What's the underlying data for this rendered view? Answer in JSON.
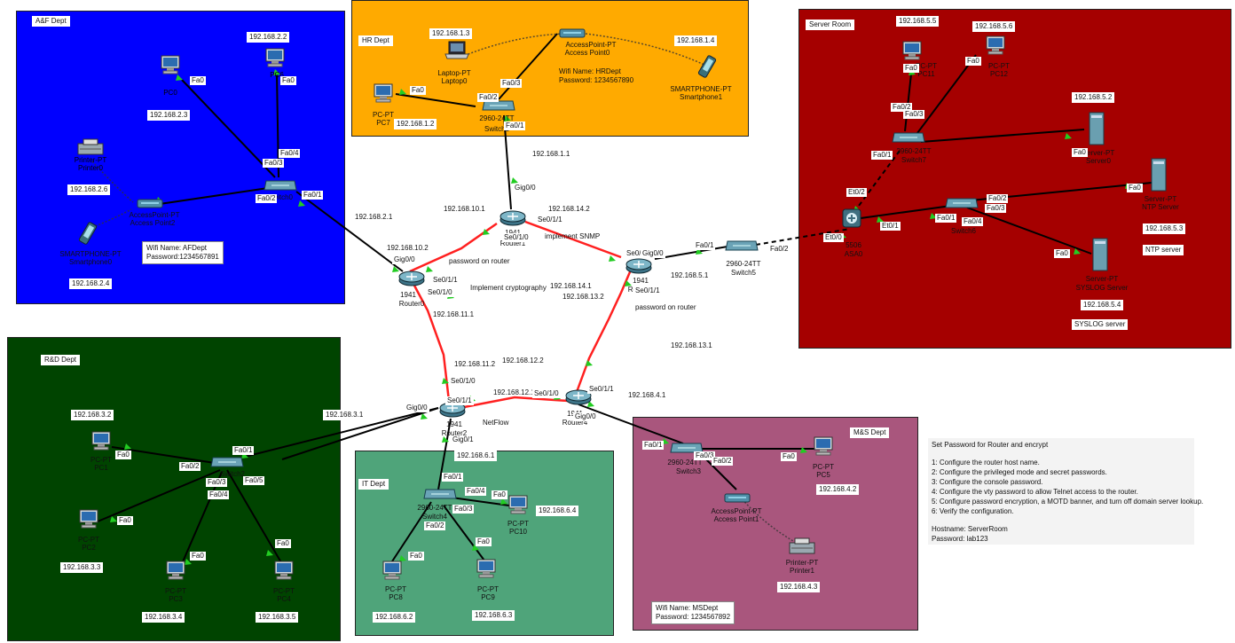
{
  "zones": {
    "af": {
      "title": "A&F Dept",
      "color": "#0000ff"
    },
    "hr": {
      "title": "HR Dept",
      "color": "#ffaa00"
    },
    "server": {
      "title": "Server Room",
      "color": "#a50000"
    },
    "rd": {
      "title": "R&D Dept",
      "color": "#004400"
    },
    "it": {
      "title": "IT Dept",
      "color": "#4fa47a"
    },
    "ms": {
      "title": "M&S Dept",
      "color": "#a9567d"
    }
  },
  "devices": {
    "pc0": {
      "type": "PC",
      "name": "PC0"
    },
    "pc6": {
      "type": "PC",
      "name": "PC6"
    },
    "printer0": {
      "type": "Printer-PT",
      "name": "Printer0"
    },
    "ap2": {
      "type": "AccessPoint-PT",
      "name": "Access Point2"
    },
    "phone0": {
      "type": "SMARTPHONE-PT",
      "name": "Smartphone0"
    },
    "switch0": {
      "type": "",
      "name": "Switch0"
    },
    "laptop0": {
      "type": "Laptop-PT",
      "name": "Laptop0"
    },
    "ap0": {
      "type": "AccessPoint-PT",
      "name": "Access Point0"
    },
    "phone1": {
      "type": "SMARTPHONE-PT",
      "name": "Smartphone1"
    },
    "pc7": {
      "type": "PC-PT",
      "name": "PC7"
    },
    "switch1": {
      "type": "2960-24TT",
      "name": "Switch1"
    },
    "pc11": {
      "type": "PC-PT",
      "name": "PC11"
    },
    "pc12": {
      "type": "PC-PT",
      "name": "PC12"
    },
    "switch7": {
      "type": "2960-24TT",
      "name": "Switch7"
    },
    "server0": {
      "type": "Server-PT",
      "name": "Server0"
    },
    "ntp": {
      "type": "Server-PT",
      "name": "NTP Server"
    },
    "asa": {
      "type": "5506",
      "name": "ASA0"
    },
    "switch6": {
      "type": "",
      "name": "Switch6"
    },
    "syslog": {
      "type": "Server-PT",
      "name": "SYSLOG Server"
    },
    "switch5": {
      "type": "2960-24TT",
      "name": "Switch5"
    },
    "router0": {
      "type": "1941",
      "name": "Router0"
    },
    "router1": {
      "type": "1941",
      "name": "Router1"
    },
    "router5": {
      "type": "1941",
      "name": "Router5"
    },
    "router2": {
      "type": "1941",
      "name": "Router2"
    },
    "router4": {
      "type": "1941",
      "name": "Router4"
    },
    "pc1": {
      "type": "PC-PT",
      "name": "PC1"
    },
    "switch2": {
      "type": "",
      "name": "Switch2"
    },
    "pc2": {
      "type": "PC-PT",
      "name": "PC2"
    },
    "pc3": {
      "type": "PC-PT",
      "name": "PC3"
    },
    "pc4": {
      "type": "PC-PT",
      "name": "PC4"
    },
    "switch4": {
      "type": "2960-24TT",
      "name": "Switch4"
    },
    "pc10": {
      "type": "PC-PT",
      "name": "PC10"
    },
    "pc8": {
      "type": "PC-PT",
      "name": "PC8"
    },
    "pc9": {
      "type": "PC-PT",
      "name": "PC9"
    },
    "switch3": {
      "type": "2960-24TT",
      "name": "Switch3"
    },
    "pc5": {
      "type": "PC-PT",
      "name": "PC5"
    },
    "ap1": {
      "type": "AccessPoint-PT",
      "name": "Access Point1"
    },
    "printer1": {
      "type": "Printer-PT",
      "name": "Printer1"
    }
  },
  "ips": {
    "af_pc0": "192.168.2.3",
    "af_pc6": "192.168.2.2",
    "af_printer": "192.168.2.6",
    "af_phone": "192.168.2.4",
    "af_gw": "192.168.2.1",
    "hr_laptop": "192.168.1.3",
    "hr_phone": "192.168.1.4",
    "hr_pc7": "192.168.1.2",
    "hr_gw": "192.168.1.1",
    "sr_pc11": "192.168.5.5",
    "sr_pc12": "192.168.5.6",
    "sr_server0": "192.168.5.2",
    "sr_ntp": "192.168.5.3",
    "sr_syslog": "192.168.5.4",
    "sr_gw": "192.168.5.1",
    "r0_r1": "192.168.10.1",
    "r0_r1b": "192.168.10.2",
    "r1_r5": "192.168.14.2",
    "r5_r1": "192.168.14.1",
    "r5_r4": "192.168.13.2",
    "r4_r5": "192.168.13.1",
    "r0_r2": "192.168.11.1",
    "r2_r0": "192.168.11.2",
    "r2_r4": "192.168.12.2",
    "r4_r2": "192.168.12.1",
    "rd_gw": "192.168.3.1",
    "rd_pc1": "192.168.3.2",
    "rd_pc2": "192.168.3.3",
    "rd_pc3": "192.168.3.4",
    "rd_pc4": "192.168.3.5",
    "it_gw": "192.168.6.1",
    "it_pc10": "192.168.6.4",
    "it_pc8": "192.168.6.2",
    "it_pc9": "192.168.6.3",
    "ms_gw": "192.168.4.1",
    "ms_pc5": "192.168.4.2",
    "ms_printer": "192.168.4.3"
  },
  "wifi": {
    "af": {
      "name": "Wifi Name: AFDept",
      "password": "Password:1234567891"
    },
    "hr": {
      "name": "Wifi Name: HRDept",
      "password": "Password: 1234567890"
    },
    "ms": {
      "name": "Wifi Name: MSDept",
      "password": "Password: 1234567892"
    }
  },
  "server_labels": {
    "ntp": "NTP server",
    "syslog": "SYSLOG server"
  },
  "annotations": {
    "snmp": "implement SNMP",
    "pw1": "password on router",
    "pw2": "password on router",
    "crypto": "Implement cryptography",
    "netflow": "NetFlow"
  },
  "ports": {
    "p1": "Fa0",
    "p2": "Fa0",
    "p3": "Fa0/4",
    "p4": "Fa0/3",
    "p5": "Fa0/2",
    "p6": "Fa0/1",
    "p7": "Fa0",
    "p8": "Fa0/2",
    "p9": "Fa0/3",
    "p10": "Fa0/1",
    "p11": "Gig0/0",
    "p12": "Fa0",
    "p13": "Fa0",
    "p14": "Fa0/2",
    "p15": "Fa0/3",
    "p16": "Fa0/1",
    "p17": "Fa0",
    "p18": "Fa0",
    "p19": "Fa0/2",
    "p20": "Fa0/3",
    "p21": "Fa0/1",
    "p22": "Fa0/4",
    "p23": "Fa0",
    "p24": "Et0/2",
    "p25": "Et0/1",
    "p26": "Et0/0",
    "p27": "Fa0/1",
    "p28": "Fa0/2",
    "p29": "Se0/1/1",
    "p30": "Se0/1/0",
    "p31": "Gig0/0",
    "p32": "Se0/1/1",
    "p33": "Se0/1/0",
    "p34": "Se0/1/0",
    "p35": "Gig0/0",
    "p36": "Se0/1/1",
    "p37": "Se0/1/0",
    "p38": "Se0/1/1",
    "p39": "Gig0/0",
    "p40": "Gig0/1",
    "p41": "Se0/1/0",
    "p42": "Se0/1/1",
    "p43": "Gig0/0",
    "p44": "Fa0",
    "p45": "Fa0/2",
    "p46": "Fa0/1",
    "p47": "Fa0/3",
    "p48": "Fa0/4",
    "p49": "Fa0/5",
    "p50": "Fa0",
    "p51": "Fa0",
    "p52": "Fa0",
    "p53": "Fa0/1",
    "p54": "Fa0/4",
    "p55": "Fa0",
    "p56": "Fa0/3",
    "p57": "Fa0/2",
    "p58": "Fa0",
    "p59": "Fa0",
    "p60": "Fa0/1",
    "p61": "Fa0/3",
    "p62": "Fa0/2",
    "p63": "Fa0"
  },
  "task": {
    "title": "Set Password for Router and encrypt",
    "steps": [
      "1: Configure the router host name.",
      "2: Configure the privileged mode and secret passwords.",
      "3: Configure the console password.",
      "4: Configure the vty password to allow Telnet access to the router.",
      "5: Configure password encryption, a MOTD banner, and turn off domain server lookup.",
      "6: Verify the configuration."
    ],
    "hostname": "Hostname: ServerRoom",
    "password": "Password: lab123"
  }
}
